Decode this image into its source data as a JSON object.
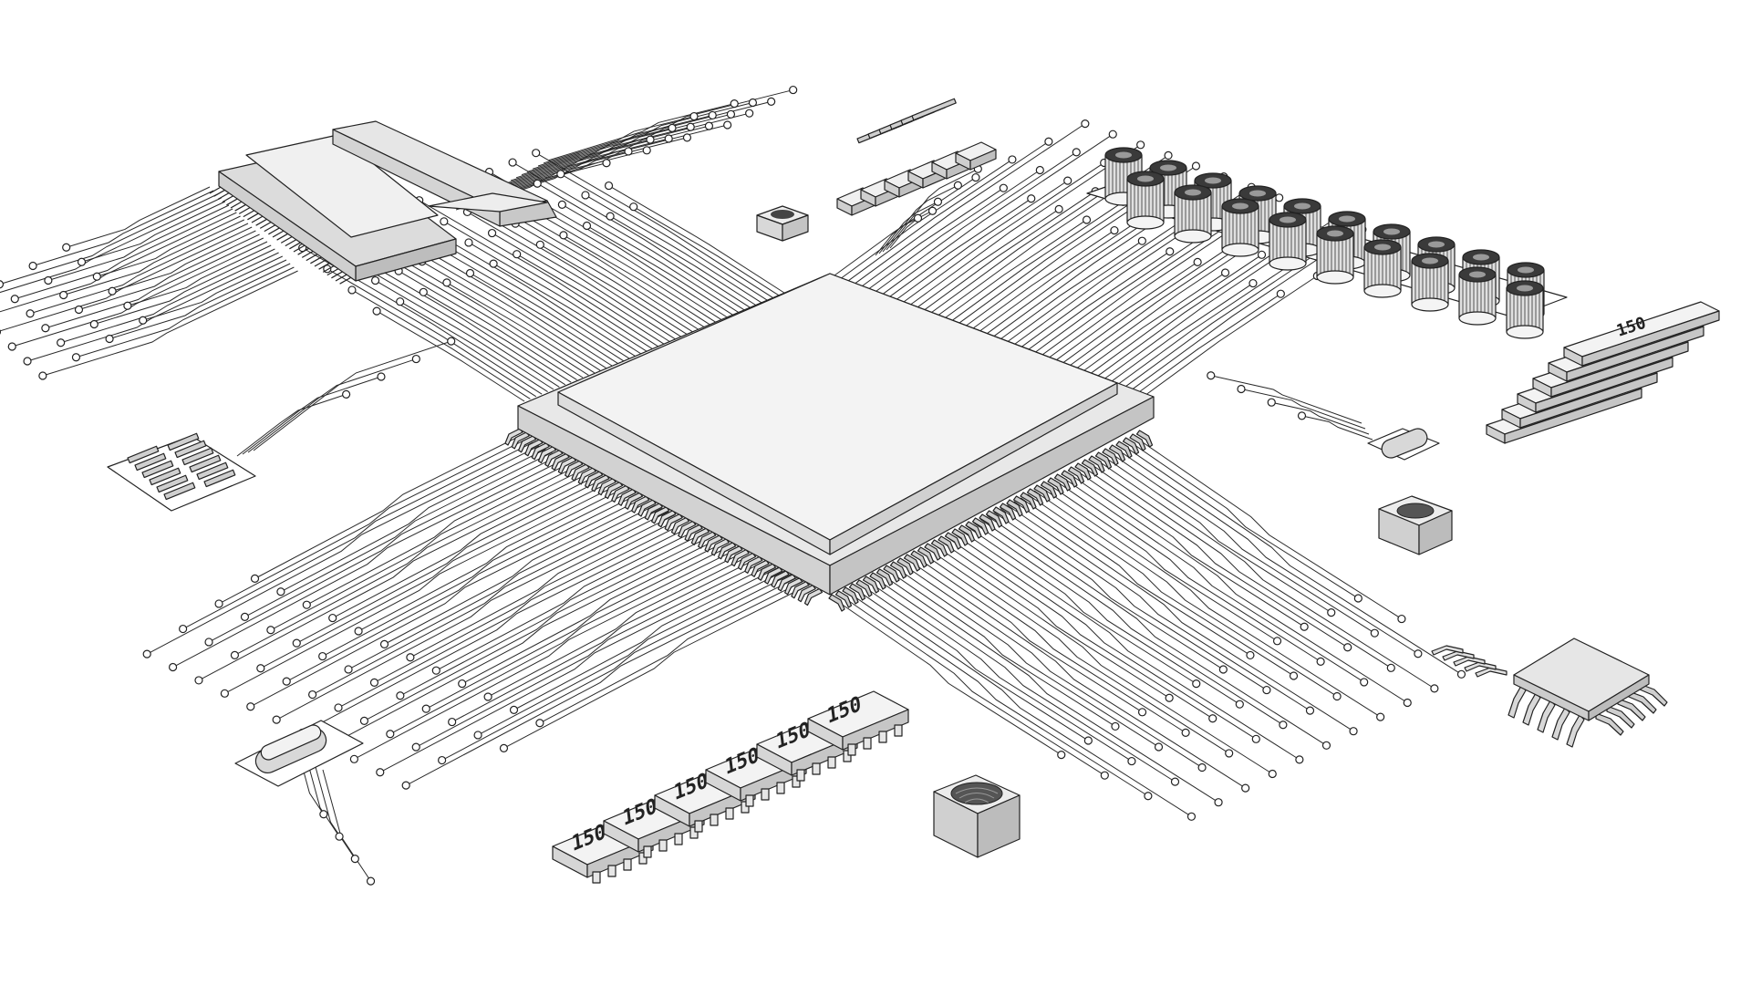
{
  "colors": {
    "background": "#ffffff",
    "line": "#222222",
    "face_light": "#f2f2f2",
    "face_mid": "#dcdcdc",
    "face_dark": "#bdbdbd"
  },
  "components": {
    "qfp_processor": {
      "icon": "qfp-chip-icon"
    },
    "bga_module": {
      "icon": "module-icon"
    },
    "capacitor_bank": {
      "icon": "capacitor-icon",
      "count": 19
    },
    "resistor_network_bottom": {
      "marking": "150",
      "count": 6
    },
    "resistor_network_right": {
      "marking": "150",
      "count": 6
    },
    "resistor_array_top": {
      "count": 6
    },
    "crystal_oscillator_left": {
      "icon": "crystal-icon"
    },
    "crystal_oscillator_right": {
      "icon": "crystal-icon"
    },
    "inductor_large": {
      "icon": "inductor-icon"
    },
    "inductor_small_right": {
      "icon": "inductor-icon"
    },
    "inductor_small_top": {
      "icon": "inductor-icon"
    },
    "soic_chip": {
      "icon": "soic-chip-icon"
    },
    "smd_array_left": {
      "icon": "smd-array-icon"
    },
    "smd_array_top": {
      "icon": "smd-array-icon"
    }
  }
}
